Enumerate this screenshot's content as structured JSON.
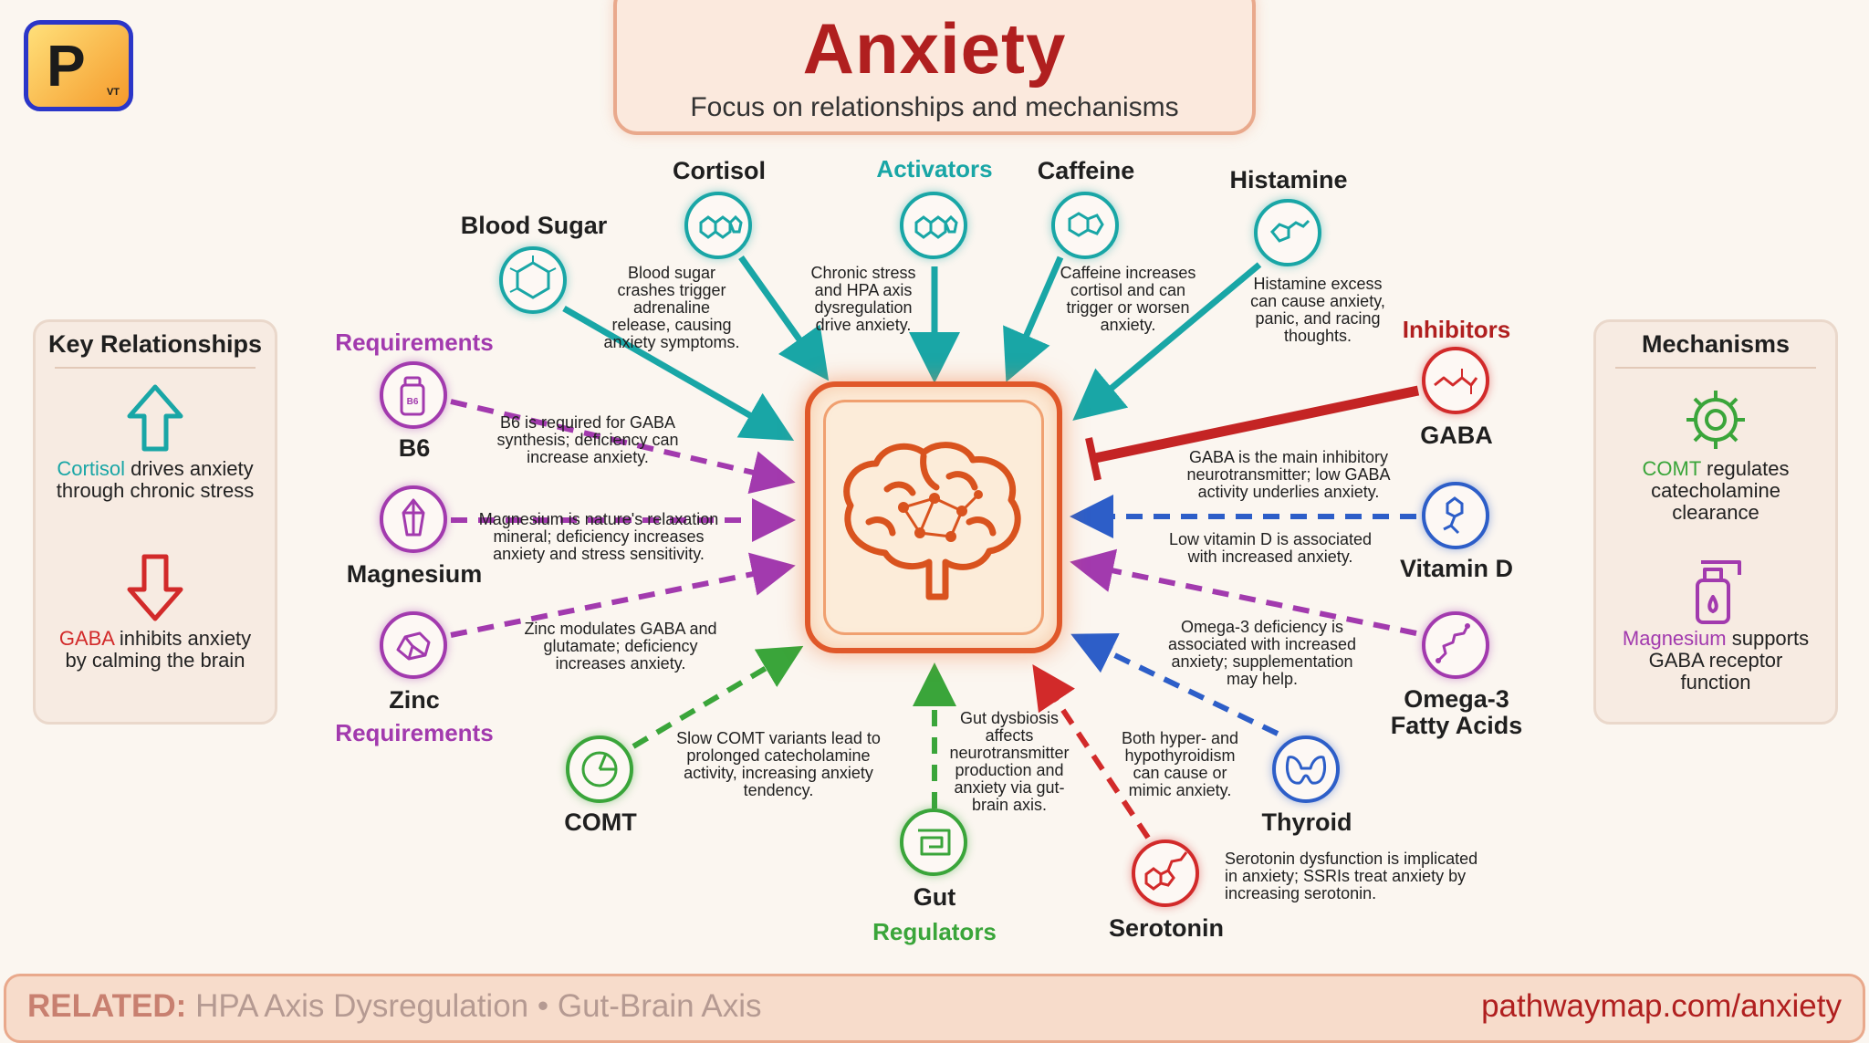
{
  "header": {
    "logo_letter": "P",
    "logo_sub": "VT",
    "title": "Anxiety",
    "subtitle": "Focus on relationships and mechanisms"
  },
  "left_panel": {
    "title": "Key Relationships",
    "items": [
      {
        "term": "Cortisol",
        "text": " drives anxiety through chronic stress",
        "color": "#19a6a6",
        "arrow": "up"
      },
      {
        "term": "GABA",
        "text": " inhibits anxiety by calming the brain",
        "color": "#d22a2a",
        "arrow": "down"
      }
    ]
  },
  "right_panel": {
    "title": "Mechanisms",
    "items": [
      {
        "term": "COMT",
        "text": " regulates catecholamine clearance",
        "color": "#3aa53a",
        "icon": "gear-icon"
      },
      {
        "term": "Magnesium",
        "text": " supports GABA receptor function",
        "color": "#a23aae",
        "icon": "spray-bottle-icon"
      }
    ]
  },
  "groups": {
    "activators": "Activators",
    "requirements_top": "Requirements",
    "requirements_bottom": "Requirements",
    "inhibitors": "Inhibitors",
    "regulators": "Regulators"
  },
  "colors": {
    "teal": "#19a6a6",
    "purple": "#a23aae",
    "red": "#d22a2a",
    "blue": "#2d5ec8",
    "green": "#3aa53a",
    "title": "#b01f1f"
  },
  "center": {
    "icon": "brain-icon"
  },
  "nodes": {
    "blood_sugar": {
      "label": "Blood Sugar",
      "desc": "Blood sugar crashes trigger adrenaline release, causing anxiety symptoms.",
      "icon": "glucose-molecule-icon"
    },
    "cortisol": {
      "label": "Cortisol",
      "icon": "steroid-molecule-icon"
    },
    "activators_node": {
      "desc": "Chronic stress and HPA axis dysregulation drive anxiety.",
      "icon": "steroid-molecule-icon"
    },
    "caffeine": {
      "label": "Caffeine",
      "desc": "Caffeine increases cortisol and can trigger or worsen anxiety.",
      "icon": "caffeine-molecule-icon"
    },
    "histamine": {
      "label": "Histamine",
      "desc": "Histamine excess can cause anxiety, panic, and racing thoughts.",
      "icon": "histamine-molecule-icon"
    },
    "b6": {
      "label": "B6",
      "desc": "B6 is required for GABA synthesis; deficiency can increase anxiety.",
      "icon": "vitamin-bottle-icon",
      "bottle_text": "B6"
    },
    "magnesium": {
      "label": "Magnesium",
      "desc": "Magnesium is nature's relaxation mineral; deficiency increases anxiety and stress sensitivity.",
      "icon": "crystal-icon"
    },
    "zinc": {
      "label": "Zinc",
      "desc": "Zinc modulates GABA and glutamate; deficiency increases anxiety.",
      "icon": "mineral-rock-icon"
    },
    "gaba": {
      "label": "GABA",
      "desc": "GABA is the main inhibitory neurotransmitter; low GABA activity underlies anxiety.",
      "icon": "gaba-molecule-icon"
    },
    "vitamin_d": {
      "label": "Vitamin D",
      "desc": "Low vitamin D is associated with increased anxiety.",
      "icon": "vitamin-d-molecule-icon"
    },
    "omega3": {
      "label_line1": "Omega-3",
      "label_line2": "Fatty Acids",
      "desc": "Omega-3 deficiency is associated with increased anxiety; supplementation may help.",
      "icon": "fatty-acid-chain-icon"
    },
    "thyroid": {
      "label": "Thyroid",
      "desc": "Both hyper- and hypothyroidism can cause or mimic anxiety.",
      "icon": "thyroid-icon"
    },
    "serotonin": {
      "label": "Serotonin",
      "desc": "Serotonin dysfunction is implicated in anxiety; SSRIs treat anxiety by increasing serotonin.",
      "icon": "serotonin-molecule-icon"
    },
    "gut": {
      "label": "Gut",
      "desc": "Gut dysbiosis affects neurotransmitter production and anxiety via gut-brain axis.",
      "icon": "intestine-icon"
    },
    "comt": {
      "label": "COMT",
      "desc": "Slow COMT variants lead to prolonged catecholamine activity, increasing anxiety tendency.",
      "icon": "enzyme-icon"
    }
  },
  "footer": {
    "related_label": "RELATED:",
    "related_text": " HPA Axis Dysregulation • Gut-Brain Axis",
    "url": "pathwaymap.com/anxiety"
  }
}
